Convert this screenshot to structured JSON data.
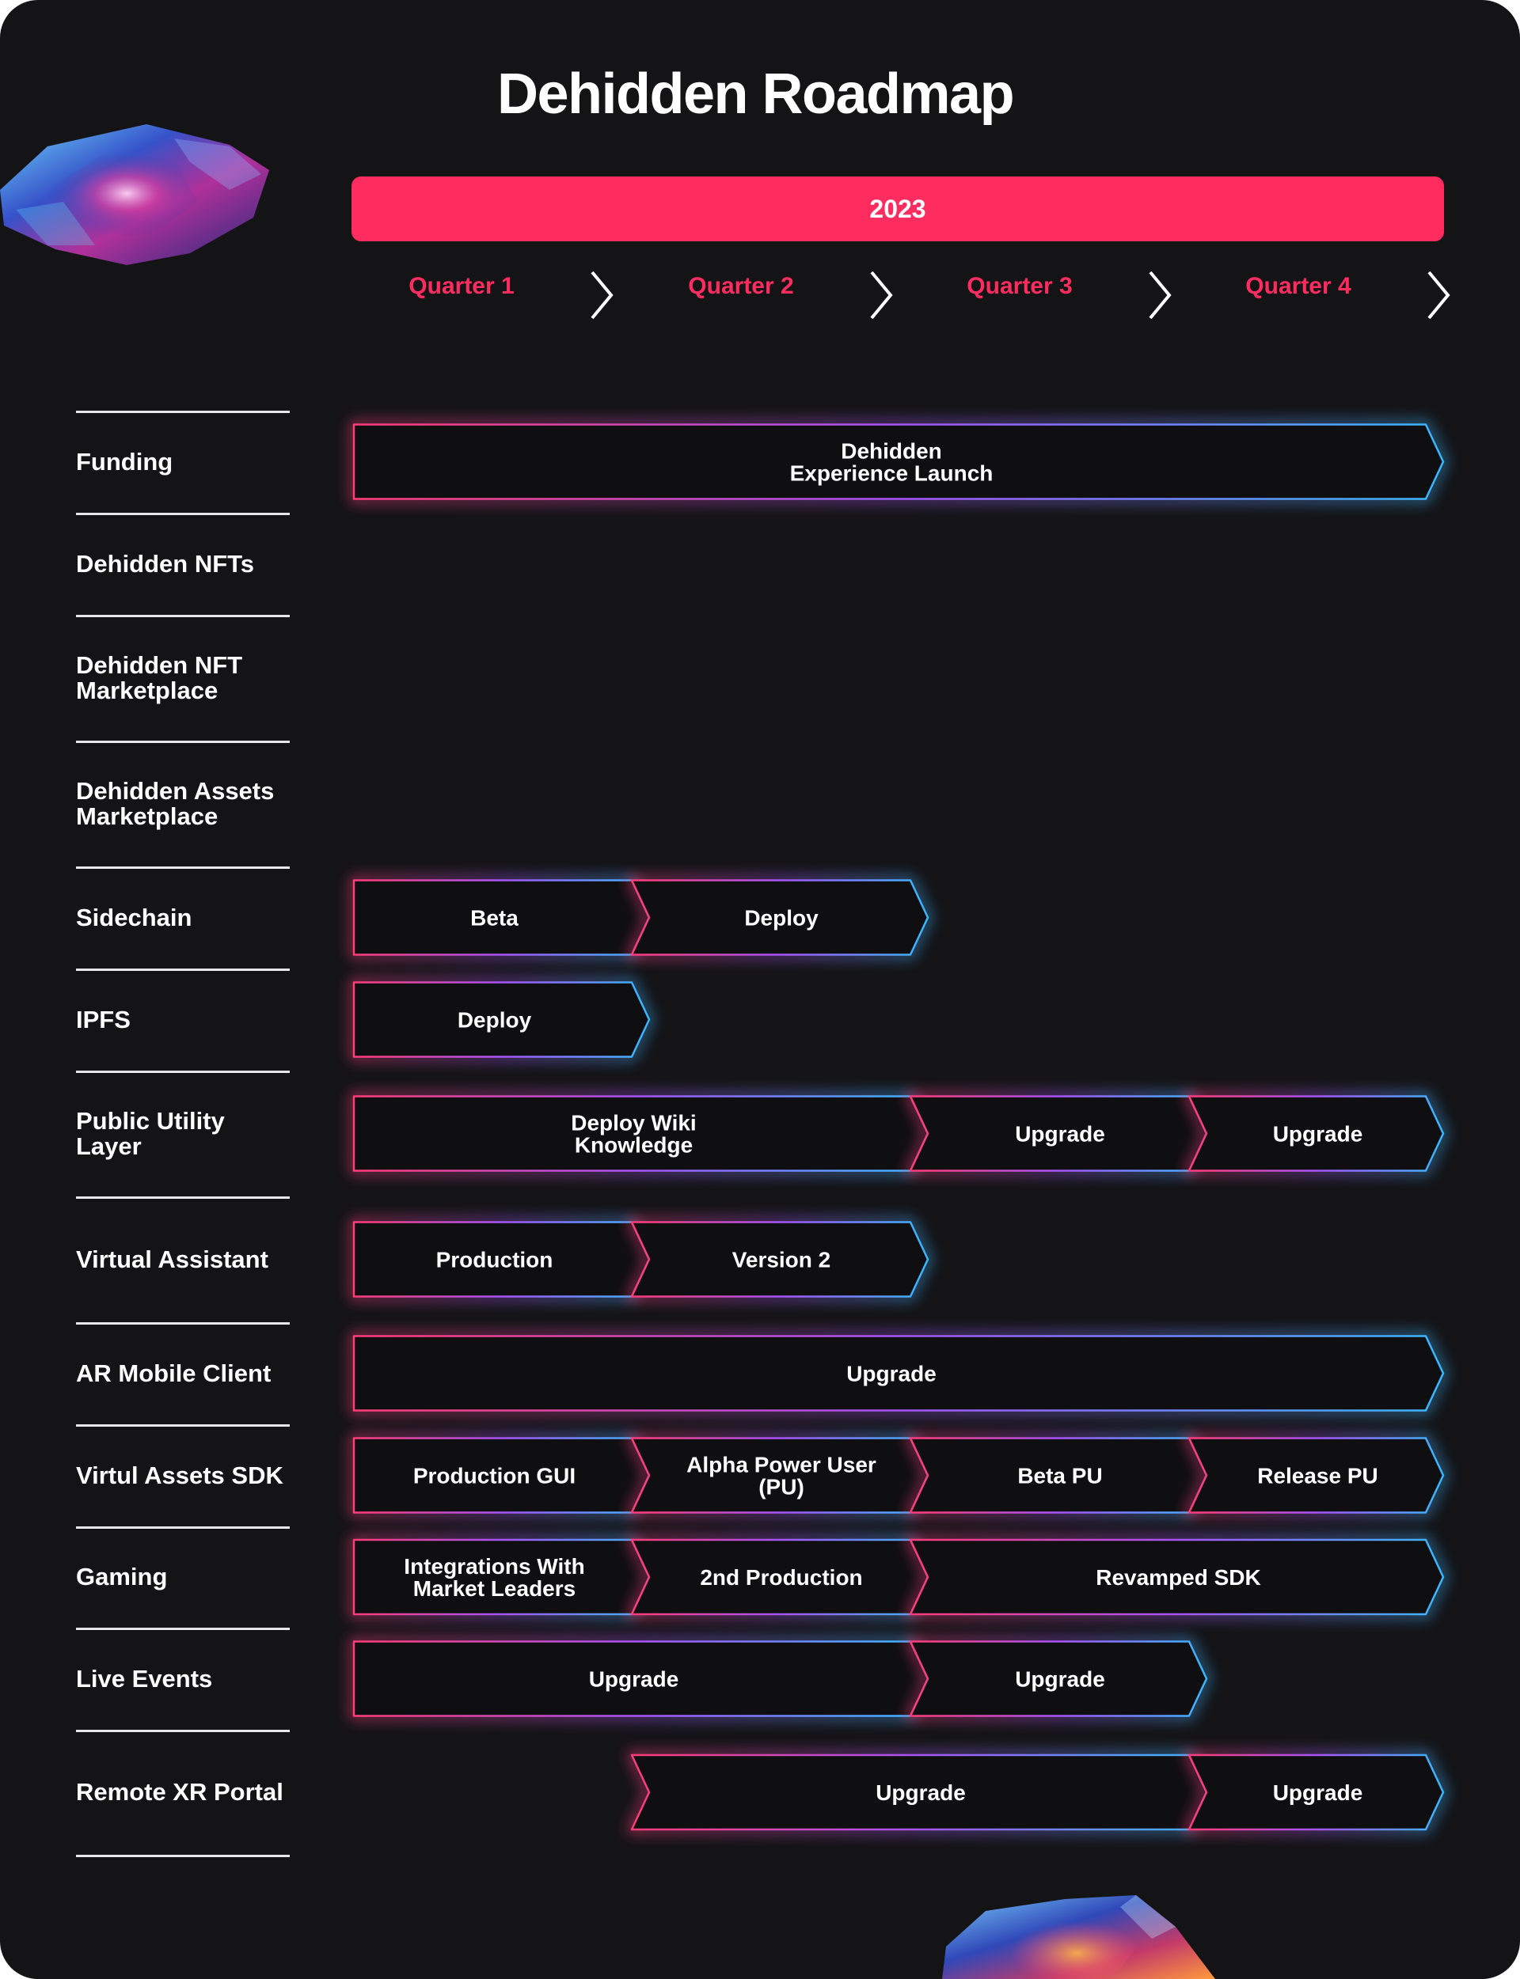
{
  "title": "Dehidden Roadmap",
  "year": "2023",
  "quarters": [
    "Quarter 1",
    "Quarter 2",
    "Quarter 3",
    "Quarter 4"
  ],
  "colors": {
    "background": "#141417",
    "accent": "#ff2d5f",
    "bar_fill": "#0f0f12",
    "border_start": "#ff3d78",
    "border_end": "#3ab8ff"
  },
  "rows": [
    {
      "label": "Funding",
      "items": [
        {
          "text": "Dehidden Experience Launch",
          "start": 0,
          "end": 4
        }
      ]
    },
    {
      "label": "Dehidden NFTs",
      "items": []
    },
    {
      "label": "Dehidden NFT Marketplace",
      "items": []
    },
    {
      "label": "Dehidden Assets Marketplace",
      "items": []
    },
    {
      "label": "Sidechain",
      "items": [
        {
          "text": "Beta",
          "start": 0,
          "end": 1
        },
        {
          "text": "Deploy",
          "start": 1,
          "end": 2
        }
      ]
    },
    {
      "label": "IPFS",
      "items": [
        {
          "text": "Deploy",
          "start": 0,
          "end": 1
        }
      ]
    },
    {
      "label": "Public Utility Layer",
      "items": [
        {
          "text": "Deploy Wiki Knowledge",
          "start": 0,
          "end": 2
        },
        {
          "text": "Upgrade",
          "start": 2,
          "end": 3
        },
        {
          "text": "Upgrade",
          "start": 3,
          "end": 4
        }
      ]
    },
    {
      "label": "Virtual Assistant",
      "items": [
        {
          "text": "Production",
          "start": 0,
          "end": 1
        },
        {
          "text": "Version 2",
          "start": 1,
          "end": 2
        }
      ]
    },
    {
      "label": "AR Mobile Client",
      "items": [
        {
          "text": "Upgrade",
          "start": 0,
          "end": 4
        }
      ]
    },
    {
      "label": "Virtul Assets SDK",
      "items": [
        {
          "text": "Production GUI",
          "start": 0,
          "end": 1
        },
        {
          "text": "Alpha Power User (PU)",
          "start": 1,
          "end": 2
        },
        {
          "text": "Beta PU",
          "start": 2,
          "end": 3
        },
        {
          "text": "Release PU",
          "start": 3,
          "end": 4
        }
      ]
    },
    {
      "label": "Gaming",
      "items": [
        {
          "text": "Integrations With Market Leaders",
          "start": 0,
          "end": 1
        },
        {
          "text": "2nd Production",
          "start": 1,
          "end": 2
        },
        {
          "text": "Revamped SDK",
          "start": 2,
          "end": 4
        }
      ]
    },
    {
      "label": "Live Events",
      "items": [
        {
          "text": "Upgrade",
          "start": 0,
          "end": 2
        },
        {
          "text": "Upgrade",
          "start": 2,
          "end": 3
        }
      ]
    },
    {
      "label": "Remote XR Portal",
      "items": [
        {
          "text": "Upgrade",
          "start": 1,
          "end": 3
        },
        {
          "text": "Upgrade",
          "start": 3,
          "end": 4
        }
      ]
    }
  ]
}
